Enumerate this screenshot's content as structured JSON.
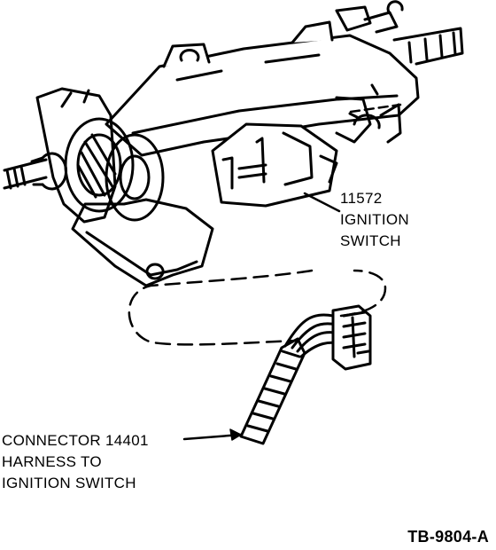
{
  "labels": {
    "ignition_switch": {
      "part_number": "11572",
      "line1": "IGNITION",
      "line2": "SWITCH"
    },
    "connector": {
      "line1": "CONNECTOR 14401",
      "line2": "HARNESS TO",
      "line3": "IGNITION SWITCH"
    }
  },
  "figure_id": "TB-9804-A"
}
